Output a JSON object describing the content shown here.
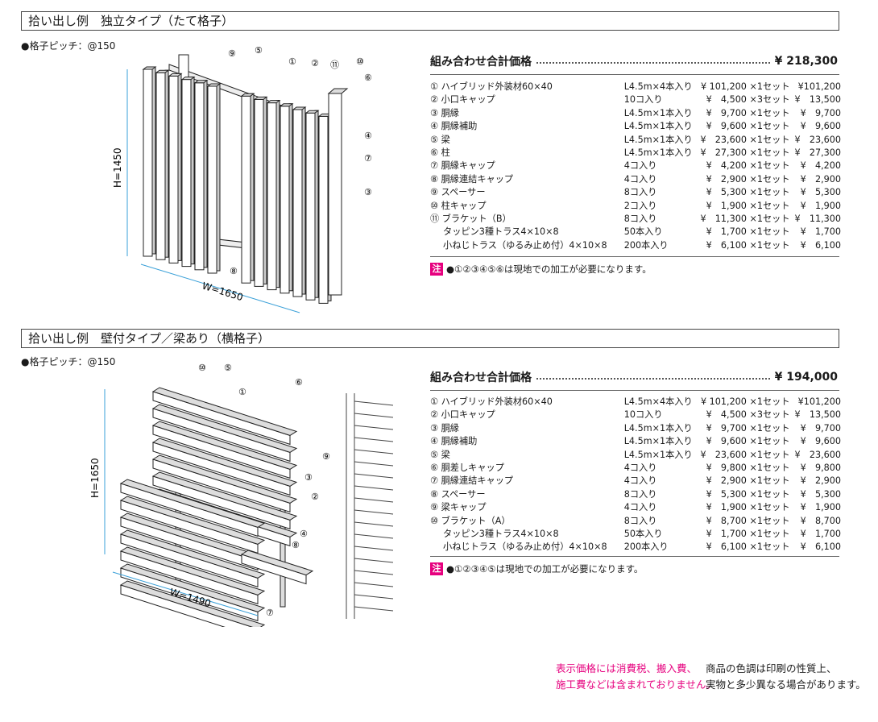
{
  "section1": {
    "header": "拾い出し例　独立タイプ（たて格子）",
    "pitch": "●格子ピッチ：@150",
    "dims": {
      "height": "H=1450",
      "width": "W=1650"
    },
    "callouts": [
      "⑨",
      "⑤",
      "①",
      "②",
      "⑪",
      "⑩",
      "⑥",
      "④",
      "⑦",
      "③",
      "⑧"
    ],
    "price_label": "組み合わせ合計価格",
    "price_total": "¥ 218,300",
    "rows": [
      {
        "name": "① ハイブリッド外装材60×40",
        "qty": "L4.5m×4本入り",
        "unit": "¥ 101,200 ×1セット",
        "total": "¥101,200"
      },
      {
        "name": "② 小口キャップ",
        "qty": "10コ入り",
        "unit": "¥　4,500 ×3セット",
        "total": "¥　13,500"
      },
      {
        "name": "③ 胴縁",
        "qty": "L4.5m×1本入り",
        "unit": "¥　9,700 ×1セット",
        "total": "¥　9,700"
      },
      {
        "name": "④ 胴縁補助",
        "qty": "L4.5m×1本入り",
        "unit": "¥　9,600 ×1セット",
        "total": "¥　9,600"
      },
      {
        "name": "⑤ 梁",
        "qty": "L4.5m×1本入り",
        "unit": "¥　23,600 ×1セット",
        "total": "¥　23,600"
      },
      {
        "name": "⑥ 柱",
        "qty": "L4.5m×1本入り",
        "unit": "¥　27,300 ×1セット",
        "total": "¥　27,300"
      },
      {
        "name": "⑦ 胴縁キャップ",
        "qty": "4コ入り",
        "unit": "¥　4,200 ×1セット",
        "total": "¥　4,200"
      },
      {
        "name": "⑧ 胴縁連結キャップ",
        "qty": "4コ入り",
        "unit": "¥　2,900 ×1セット",
        "total": "¥　2,900"
      },
      {
        "name": "⑨ スペーサー",
        "qty": "8コ入り",
        "unit": "¥　5,300 ×1セット",
        "total": "¥　5,300"
      },
      {
        "name": "⑩ 柱キャップ",
        "qty": "2コ入り",
        "unit": "¥　1,900 ×1セット",
        "total": "¥　1,900"
      },
      {
        "name": "⑪ ブラケット（B）",
        "qty": "8コ入り",
        "unit": "¥　11,300 ×1セット",
        "total": "¥　11,300"
      },
      {
        "name": "タッピン3種トラス4×10×8",
        "qty": "50本入り",
        "unit": "¥　1,700 ×1セット",
        "total": "¥　1,700",
        "sub": true
      },
      {
        "name": "小ねじトラス（ゆるみ止め付）4×10×8",
        "qty": "200本入り",
        "unit": "¥　6,100 ×1セット",
        "total": "¥　6,100",
        "sub": true
      }
    ],
    "note_tag": "注",
    "note": "●①②③④⑤⑥は現地での加工が必要になります。"
  },
  "section2": {
    "header": "拾い出し例　壁付タイプ／梁あり（横格子）",
    "pitch": "●格子ピッチ：@150",
    "dims": {
      "height": "H=1650",
      "width": "W=1490"
    },
    "callouts": [
      "⑩",
      "⑤",
      "①",
      "⑥",
      "⑨",
      "③",
      "②",
      "④",
      "⑧",
      "⑦"
    ],
    "price_label": "組み合わせ合計価格",
    "price_total": "¥ 194,000",
    "rows": [
      {
        "name": "① ハイブリッド外装材60×40",
        "qty": "L4.5m×4本入り",
        "unit": "¥ 101,200 ×1セット",
        "total": "¥101,200"
      },
      {
        "name": "② 小口キャップ",
        "qty": "10コ入り",
        "unit": "¥　4,500 ×3セット",
        "total": "¥　13,500"
      },
      {
        "name": "③ 胴縁",
        "qty": "L4.5m×1本入り",
        "unit": "¥　9,700 ×1セット",
        "total": "¥　9,700"
      },
      {
        "name": "④ 胴縁補助",
        "qty": "L4.5m×1本入り",
        "unit": "¥　9,600 ×1セット",
        "total": "¥　9,600"
      },
      {
        "name": "⑤ 梁",
        "qty": "L4.5m×1本入り",
        "unit": "¥　23,600 ×1セット",
        "total": "¥　23,600"
      },
      {
        "name": "⑥ 胴差しキャップ",
        "qty": "4コ入り",
        "unit": "¥　9,800 ×1セット",
        "total": "¥　9,800"
      },
      {
        "name": "⑦ 胴縁連結キャップ",
        "qty": "4コ入り",
        "unit": "¥　2,900 ×1セット",
        "total": "¥　2,900"
      },
      {
        "name": "⑧ スペーサー",
        "qty": "8コ入り",
        "unit": "¥　5,300 ×1セット",
        "total": "¥　5,300"
      },
      {
        "name": "⑨ 梁キャップ",
        "qty": "4コ入り",
        "unit": "¥　1,900 ×1セット",
        "total": "¥　1,900"
      },
      {
        "name": "⑩ ブラケット（A）",
        "qty": "8コ入り",
        "unit": "¥　8,700 ×1セット",
        "total": "¥　8,700"
      },
      {
        "name": "タッピン3種トラス4×10×8",
        "qty": "50本入り",
        "unit": "¥　1,700 ×1セット",
        "total": "¥　1,700",
        "sub": true
      },
      {
        "name": "小ねじトラス（ゆるみ止め付）4×10×8",
        "qty": "200本入り",
        "unit": "¥　6,100 ×1セット",
        "total": "¥　6,100",
        "sub": true
      }
    ],
    "note_tag": "注",
    "note": "●①②③④⑤は現地での加工が必要になります。"
  },
  "footer": {
    "pink_line1": "表示価格には消費税、搬入費、",
    "pink_line2": "施工費などは含まれておりません。",
    "black_line1": "商品の色調は印刷の性質上、",
    "black_line2": "実物と多少異なる場合があります。"
  },
  "colors": {
    "accent": "#e6007e",
    "dim_line": "#3aa0d8"
  }
}
